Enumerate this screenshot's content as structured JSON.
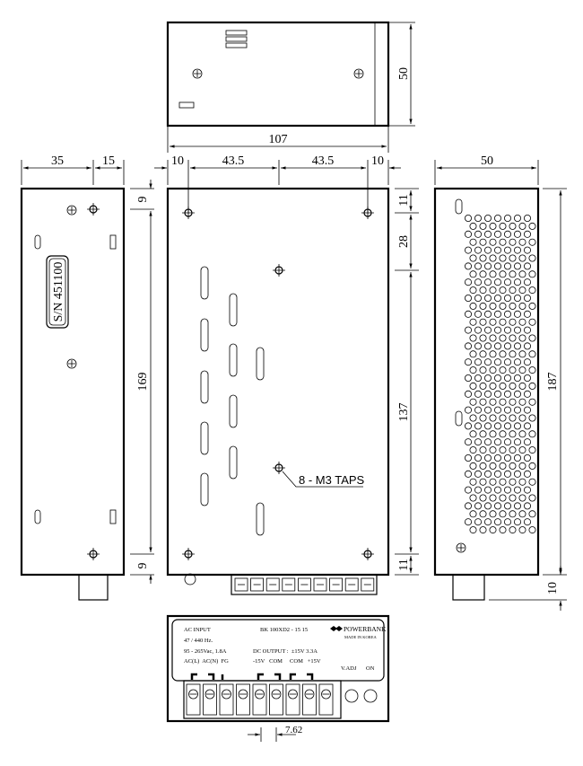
{
  "dimensions": {
    "top_height": "50",
    "top_width": "107",
    "side_left_a": "35",
    "side_left_b": "15",
    "front_a": "10",
    "front_b": "43.5",
    "front_c": "43.5",
    "front_d": "10",
    "right_width": "50",
    "left_top": "9",
    "left_height": "169",
    "left_bottom": "9",
    "front_r1": "11",
    "front_r2": "28",
    "front_r3": "137",
    "front_r4": "11",
    "right_height": "187",
    "right_bottom": "10",
    "terminal_pitch": "7.62"
  },
  "serial_label": "S/N 451100",
  "taps_label": "8 - M3 TAPS",
  "panel": {
    "ac_input": "AC INPUT",
    "freq": "47 / 440 Hz.",
    "voltage": "95 - 265Vac, 1.8A",
    "ac_terms": "AC(L)  AC(N)  FG",
    "model": "BK 100XD2 - 15 15",
    "dc_output": "DC OUTPUT :  ±15V 3.3A",
    "dc_terms": "-15V   COM     COM   +15V",
    "brand": "POWERBANK",
    "made_in": "MADE IN KOREA",
    "vadj": "V.ADJ",
    "on": "ON"
  }
}
